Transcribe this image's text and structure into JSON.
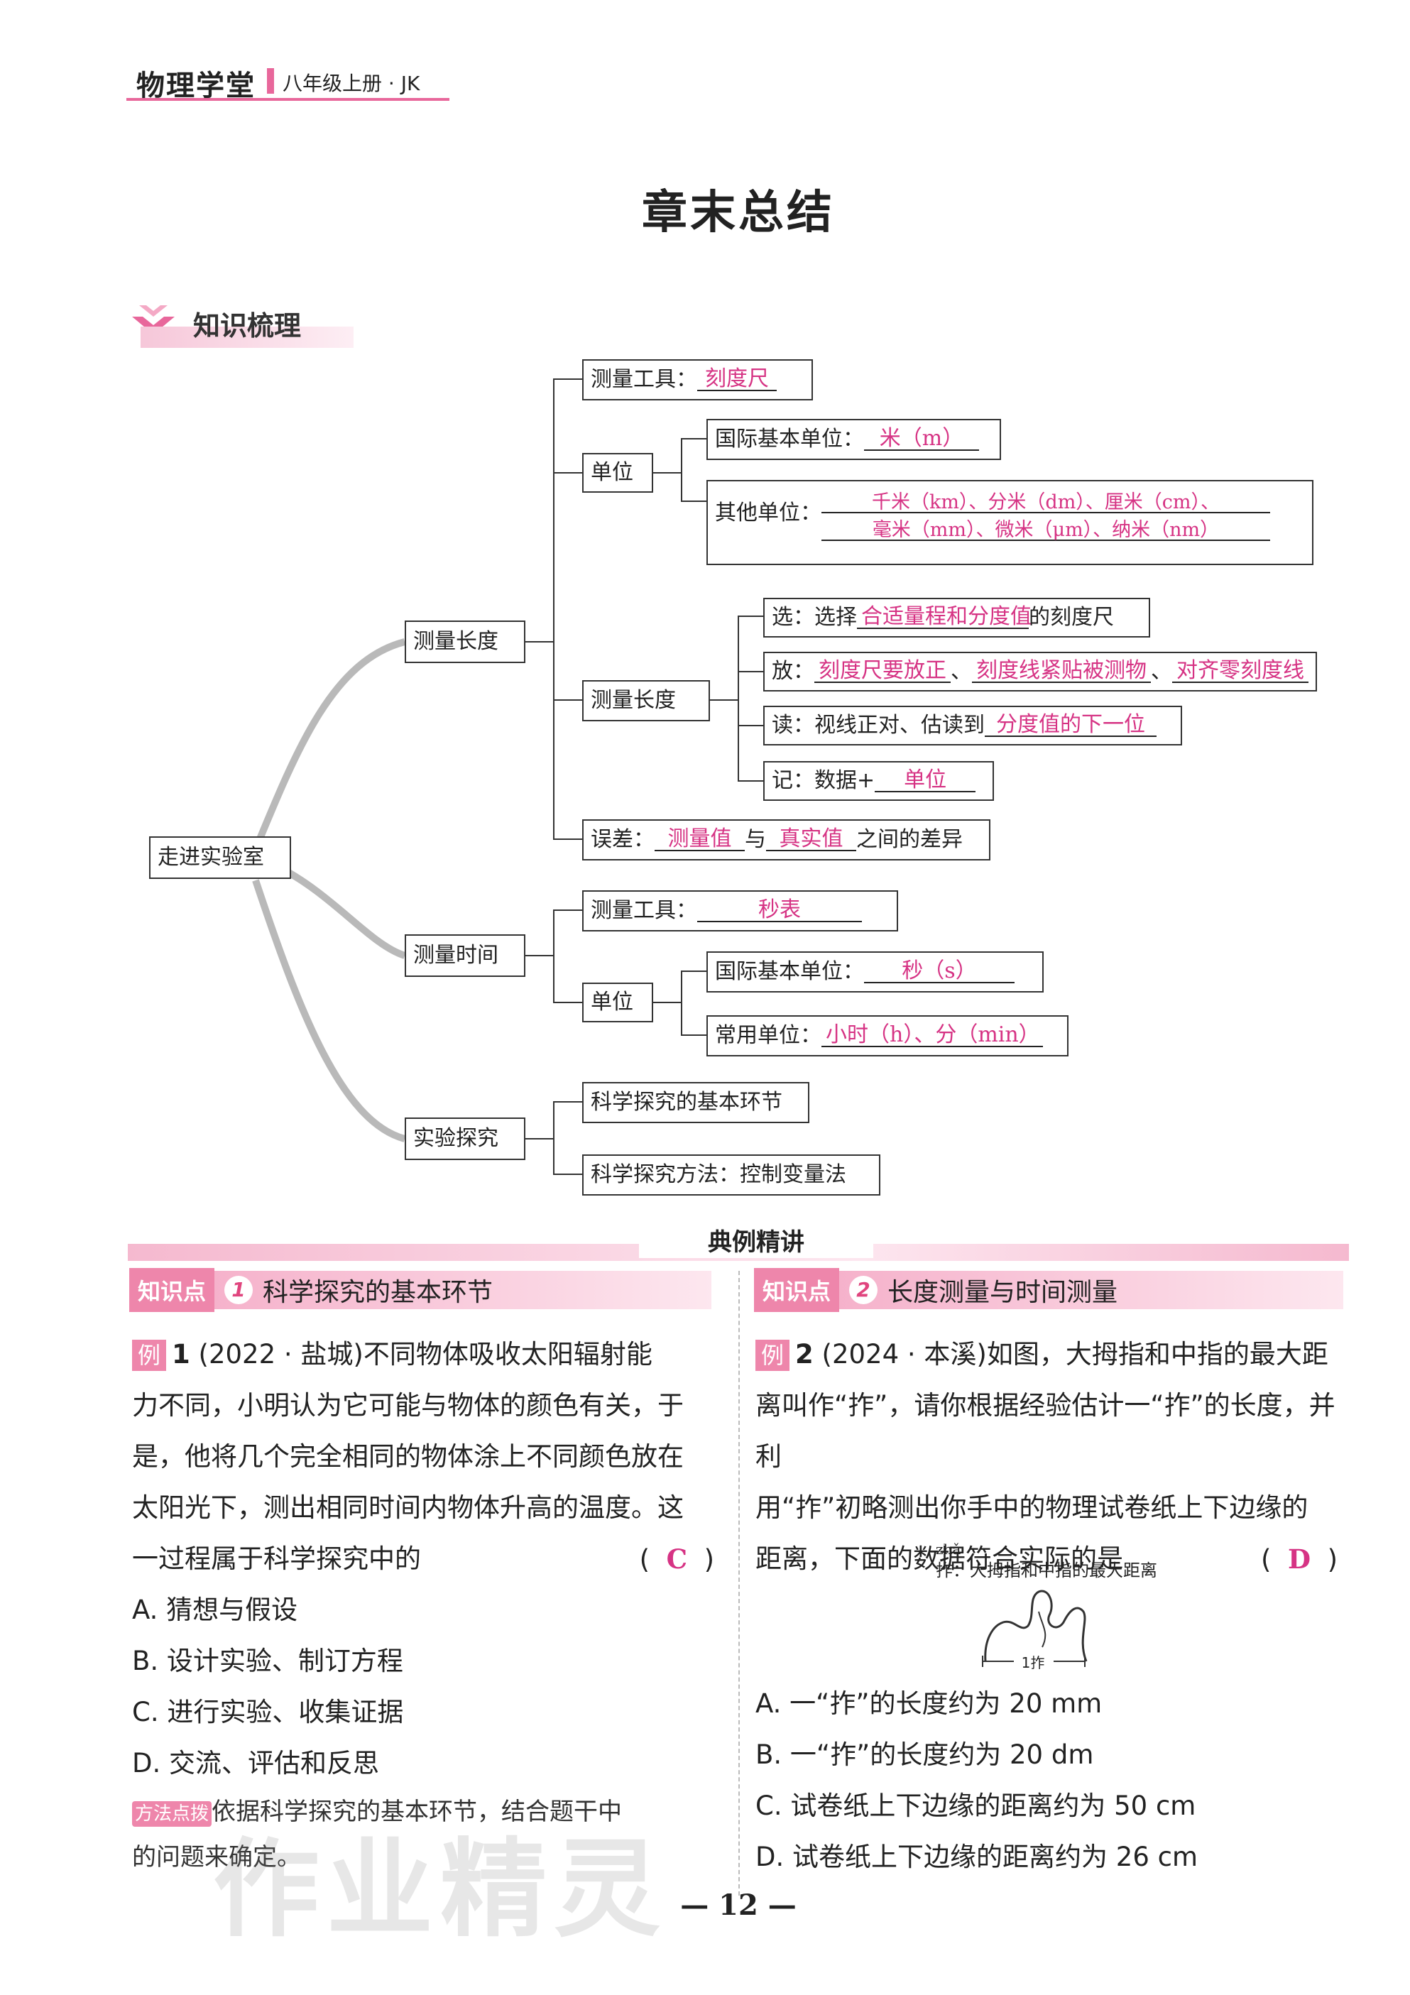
{
  "header": {
    "book": "物理学堂",
    "edition": "八年级上册 · JK"
  },
  "title": "章末总结",
  "section": "知识梳理",
  "mindmap": {
    "root": "走进实验室",
    "length": {
      "label": "测量长度",
      "tool": {
        "label": "测量工具：",
        "answer": "刻度尺"
      },
      "unit": {
        "label": "单位",
        "si": {
          "label": "国际基本单位：",
          "answer": "米（m）"
        },
        "other": {
          "label": "其他单位：",
          "line1": "千米（km）、分米（dm）、厘米（cm）、",
          "line2": "毫米（mm）、微米（μm）、纳米（nm）"
        }
      },
      "measure": {
        "label": "测量长度",
        "choose": {
          "prefix": "选：选择",
          "answer": "合适量程和分度值",
          "suffix": "的刻度尺"
        },
        "place": {
          "prefix": "放：",
          "a1": "刻度尺要放正",
          "sep1": "、",
          "a2": "刻度线紧贴被测物",
          "sep2": "、",
          "a3": "对齐零刻度线"
        },
        "read": {
          "prefix": "读：视线正对、估读到",
          "answer": "分度值的下一位"
        },
        "record": {
          "prefix": "记：数据+",
          "answer": "单位"
        }
      },
      "error": {
        "prefix": "误差：",
        "a1": "测量值",
        "mid": "与",
        "a2": "真实值",
        "suffix": "之间的差异"
      }
    },
    "time": {
      "label": "测量时间",
      "tool": {
        "label": "测量工具：",
        "answer": "秒表"
      },
      "unit": {
        "label": "单位",
        "si": {
          "label": "国际基本单位：",
          "answer": "秒（s）"
        },
        "common": {
          "label": "常用单位：",
          "answer": "小时（h）、分（min）"
        }
      }
    },
    "explore": {
      "label": "实验探究",
      "item1": "科学探究的基本环节",
      "item2": "科学探究方法：控制变量法"
    }
  },
  "examples_title": "典例精讲",
  "left": {
    "kp_label": "知识点",
    "kp_num": "1",
    "kp_title": "科学探究的基本环节",
    "ex_tag": "例",
    "ex_num": "1",
    "lines": [
      "(2022 · 盐城)不同物体吸收太阳辐射能",
      "力不同，小明认为它可能与物体的颜色有关，于",
      "是，他将几个完全相同的物体涂上不同颜色放在",
      "太阳光下，测出相同时间内物体升高的温度。这",
      "一过程属于科学探究中的"
    ],
    "paren_open": "(",
    "answer": "C",
    "paren_close": ")",
    "choices": [
      "A. 猜想与假设",
      "B. 设计实验、制订方程",
      "C. 进行实验、收集证据",
      "D. 交流、评估和反思"
    ],
    "tip_tag": "方法点拨",
    "tip_line1": "依据科学探究的基本环节，结合题干中",
    "tip_line2": "的问题来确定。"
  },
  "right": {
    "kp_label": "知识点",
    "kp_num": "2",
    "kp_title": "长度测量与时间测量",
    "ex_tag": "例",
    "ex_num": "2",
    "lines": [
      "(2024 · 本溪)如图，大拇指和中指的最大距",
      "离叫作“拃”，请你根据经验估计一“拃”的长度，并利",
      "用“拃”初略测出你手中的物理试卷纸上下边缘的",
      "距离，下面的数据符合实际的是"
    ],
    "paren_open": "(",
    "answer": "D",
    "paren_close": ")",
    "figure": {
      "pinyin": "zhǎ",
      "caption": "拃：大拇指和中指的最大距离",
      "scale": "1拃"
    },
    "choices": [
      "A. 一“拃”的长度约为 20 mm",
      "B. 一“拃”的长度约为 20 dm",
      "C. 试卷纸上下边缘的距离约为 50 cm",
      "D. 试卷纸上下边缘的距离约为 26 cm"
    ]
  },
  "page_number": "— 12 —",
  "watermark": "作业精灵"
}
